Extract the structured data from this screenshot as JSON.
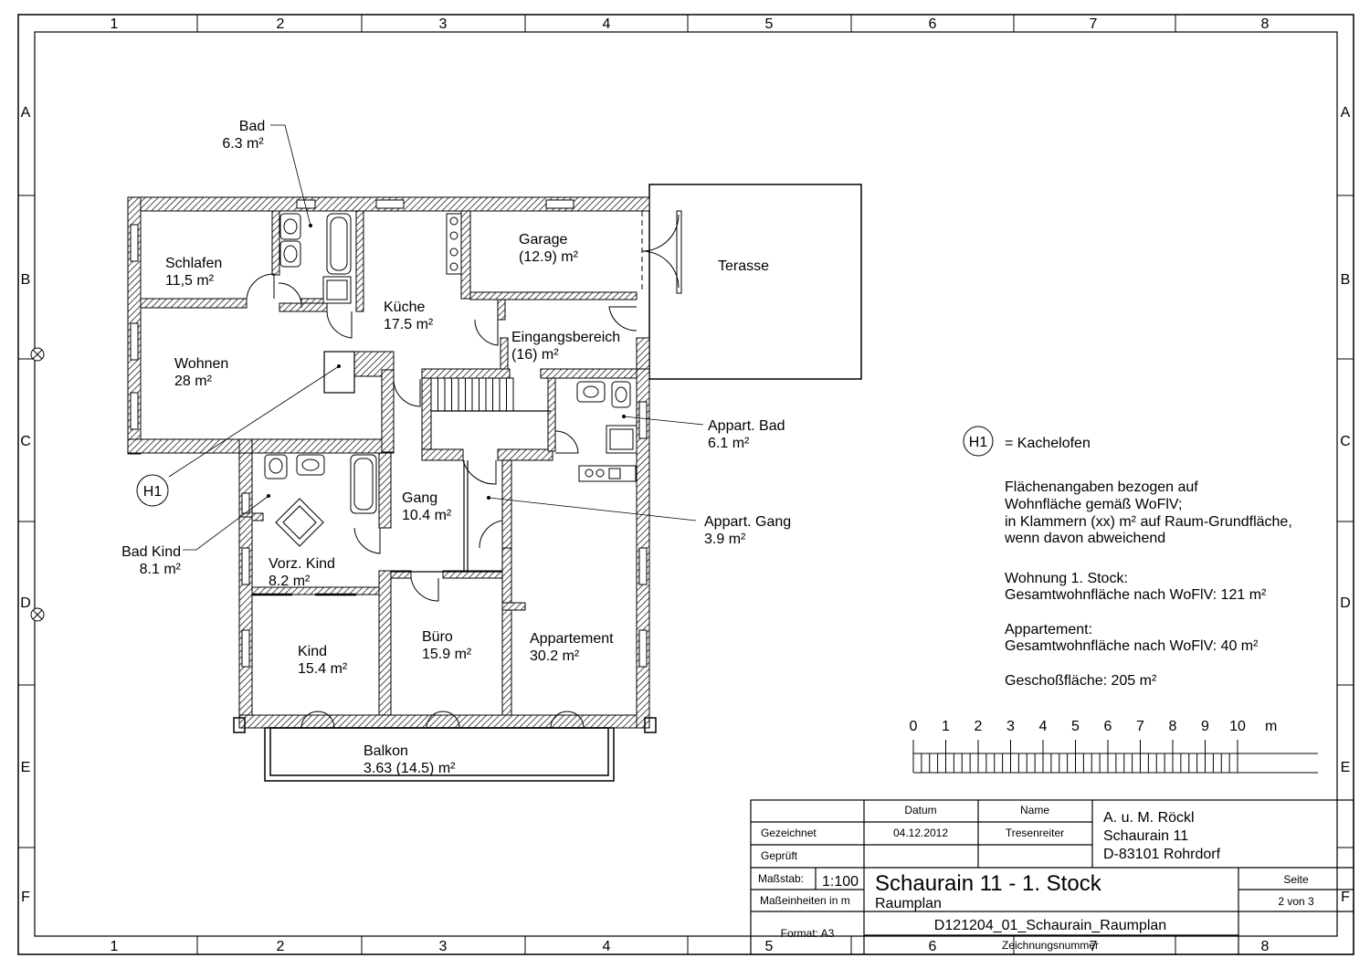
{
  "frame": {
    "columns": [
      "1",
      "2",
      "3",
      "4",
      "5",
      "6",
      "7",
      "8"
    ],
    "rows": [
      "A",
      "B",
      "C",
      "D",
      "E",
      "F"
    ]
  },
  "rooms": [
    {
      "id": "bad",
      "name": "Bad",
      "area": "6.3 m²"
    },
    {
      "id": "schlafen",
      "name": "Schlafen",
      "area": "11,5 m²"
    },
    {
      "id": "wohnen",
      "name": "Wohnen",
      "area": "28 m²"
    },
    {
      "id": "kueche",
      "name": "Küche",
      "area": "17.5 m²"
    },
    {
      "id": "garage",
      "name": "Garage",
      "area": "(12.9) m²"
    },
    {
      "id": "terasse",
      "name": "Terasse",
      "area": ""
    },
    {
      "id": "eingang",
      "name": "Eingangsbereich",
      "area": "(16) m²"
    },
    {
      "id": "appbad",
      "name": "Appart. Bad",
      "area": "6.1 m²"
    },
    {
      "id": "gang",
      "name": "Gang",
      "area": "10.4 m²"
    },
    {
      "id": "appgang",
      "name": "Appart. Gang",
      "area": "3.9 m²"
    },
    {
      "id": "badkind",
      "name": "Bad Kind",
      "area": "8.1 m²"
    },
    {
      "id": "vorzkind",
      "name": "Vorz. Kind",
      "area": "8.2 m²"
    },
    {
      "id": "kind",
      "name": "Kind",
      "area": "15.4 m²"
    },
    {
      "id": "buero",
      "name": "Büro",
      "area": "15.9 m²"
    },
    {
      "id": "appartement",
      "name": "Appartement",
      "area": "30.2 m²"
    },
    {
      "id": "balkon",
      "name": "Balkon",
      "area": "3.63 (14.5) m²"
    }
  ],
  "stove_marker": "H1",
  "legend": {
    "marker": "H1",
    "label": "= Kachelofen",
    "notes": [
      "Flächenangaben bezogen auf",
      "Wohnfläche gemäß WoFlV;",
      "in Klammern (xx) m² auf Raum-Grundfläche,",
      "wenn davon abweichend",
      "Wohnung 1. Stock:",
      "Gesamtwohnfläche nach WoFlV: 121 m²",
      "Appartement:",
      "Gesamtwohnfläche nach WoFlV: 40 m²",
      "Geschoßfläche: 205 m²"
    ]
  },
  "scale_bar": {
    "ticks": [
      "0",
      "1",
      "2",
      "3",
      "4",
      "5",
      "6",
      "7",
      "8",
      "9",
      "10"
    ],
    "unit": "m"
  },
  "title_block": {
    "col_date": "Datum",
    "col_name": "Name",
    "drawn_label": "Gezeichnet",
    "drawn_date": "04.12.2012",
    "drawn_name": "Tresenreiter",
    "checked_label": "Geprüft",
    "address": [
      "A. u. M. Röckl",
      "Schaurain 11",
      "D-83101 Rohrdorf"
    ],
    "scale_label": "Maßstab:",
    "scale_value": "1:100",
    "units_label": "Maßeinheiten in m",
    "title": "Schaurain 11 - 1. Stock",
    "subtitle": "Raumplan",
    "page_label": "Seite",
    "page_value": "2 von 3",
    "format": "Format: A3",
    "drawing_number": "D121204_01_Schaurain_Raumplan",
    "drawing_number_label": "Zeichnungsnummer"
  }
}
